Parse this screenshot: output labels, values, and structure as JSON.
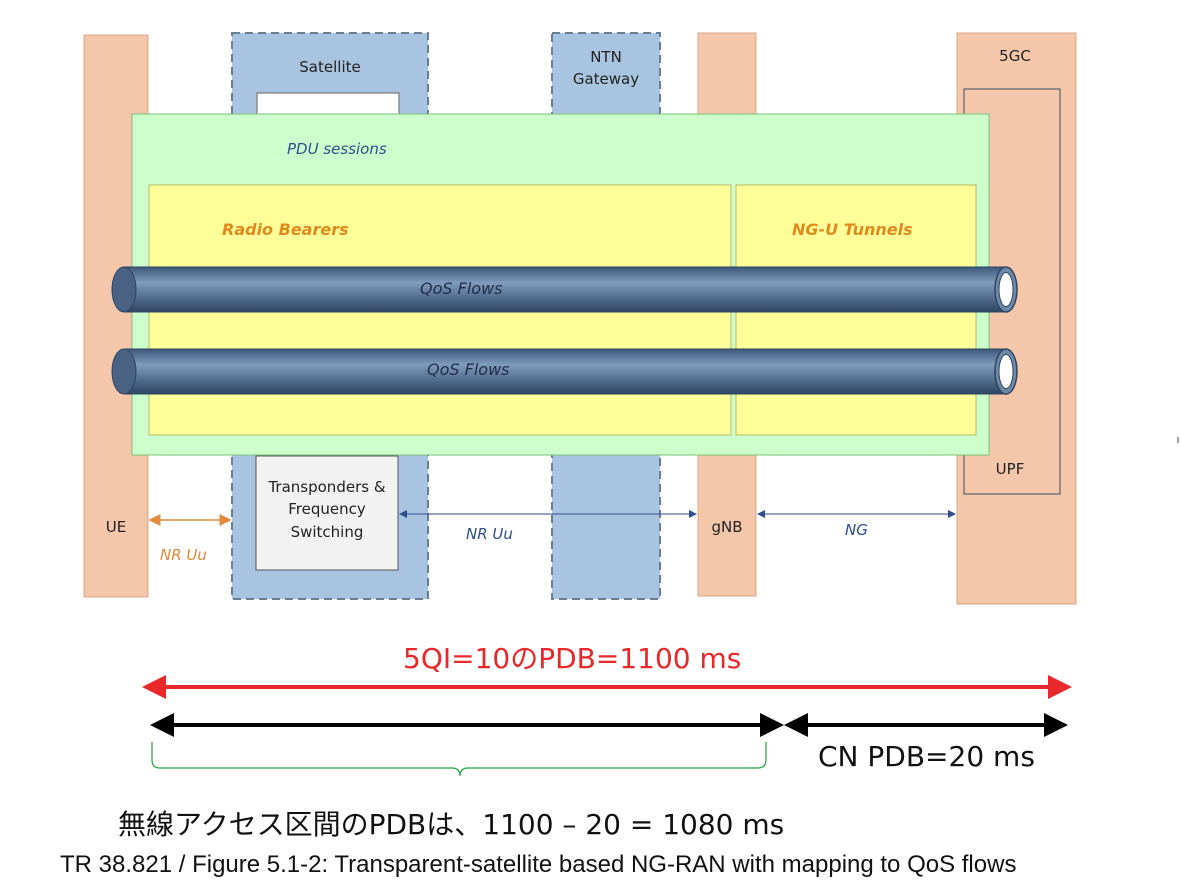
{
  "diagram": {
    "nodes": {
      "ue": "UE",
      "satellite": "Satellite",
      "ntn_gateway_line1": "NTN",
      "ntn_gateway_line2": "Gateway",
      "fiveg_core": "5GC",
      "upf": "UPF",
      "gnb": "gNB",
      "transponders_line1": "Transponders &",
      "transponders_line2": "Frequency",
      "transponders_line3": "Switching"
    },
    "layers": {
      "pdu_sessions": "PDU sessions",
      "radio_bearers": "Radio Bearers",
      "ngu_tunnels": "NG-U Tunnels",
      "qos_flows_1": "QoS Flows",
      "qos_flows_2": "QoS Flows"
    },
    "links": {
      "nr_uu_left": "NR Uu",
      "nr_uu_mid": "NR Uu",
      "ng": "NG"
    },
    "colors": {
      "pdu_green": "#CCFFCC",
      "bearer_yellow": "#FFFF99",
      "node_peach": "#F4C7AA",
      "satellite_blue": "#A9C4E0",
      "pipe_blue": "#5A7596",
      "red_arrow": "#E8282A"
    }
  },
  "annotations": {
    "total_pdb": "5QI=10のPDB=1100 ms",
    "cn_pdb": "CN PDB=20 ms",
    "radio_pdb": "無線アクセス区間のPDBは、1100 – 20 = 1080 ms"
  },
  "caption": "TR 38.821 / Figure 5.1-2: Transparent-satellite based NG-RAN with mapping to QoS flows"
}
